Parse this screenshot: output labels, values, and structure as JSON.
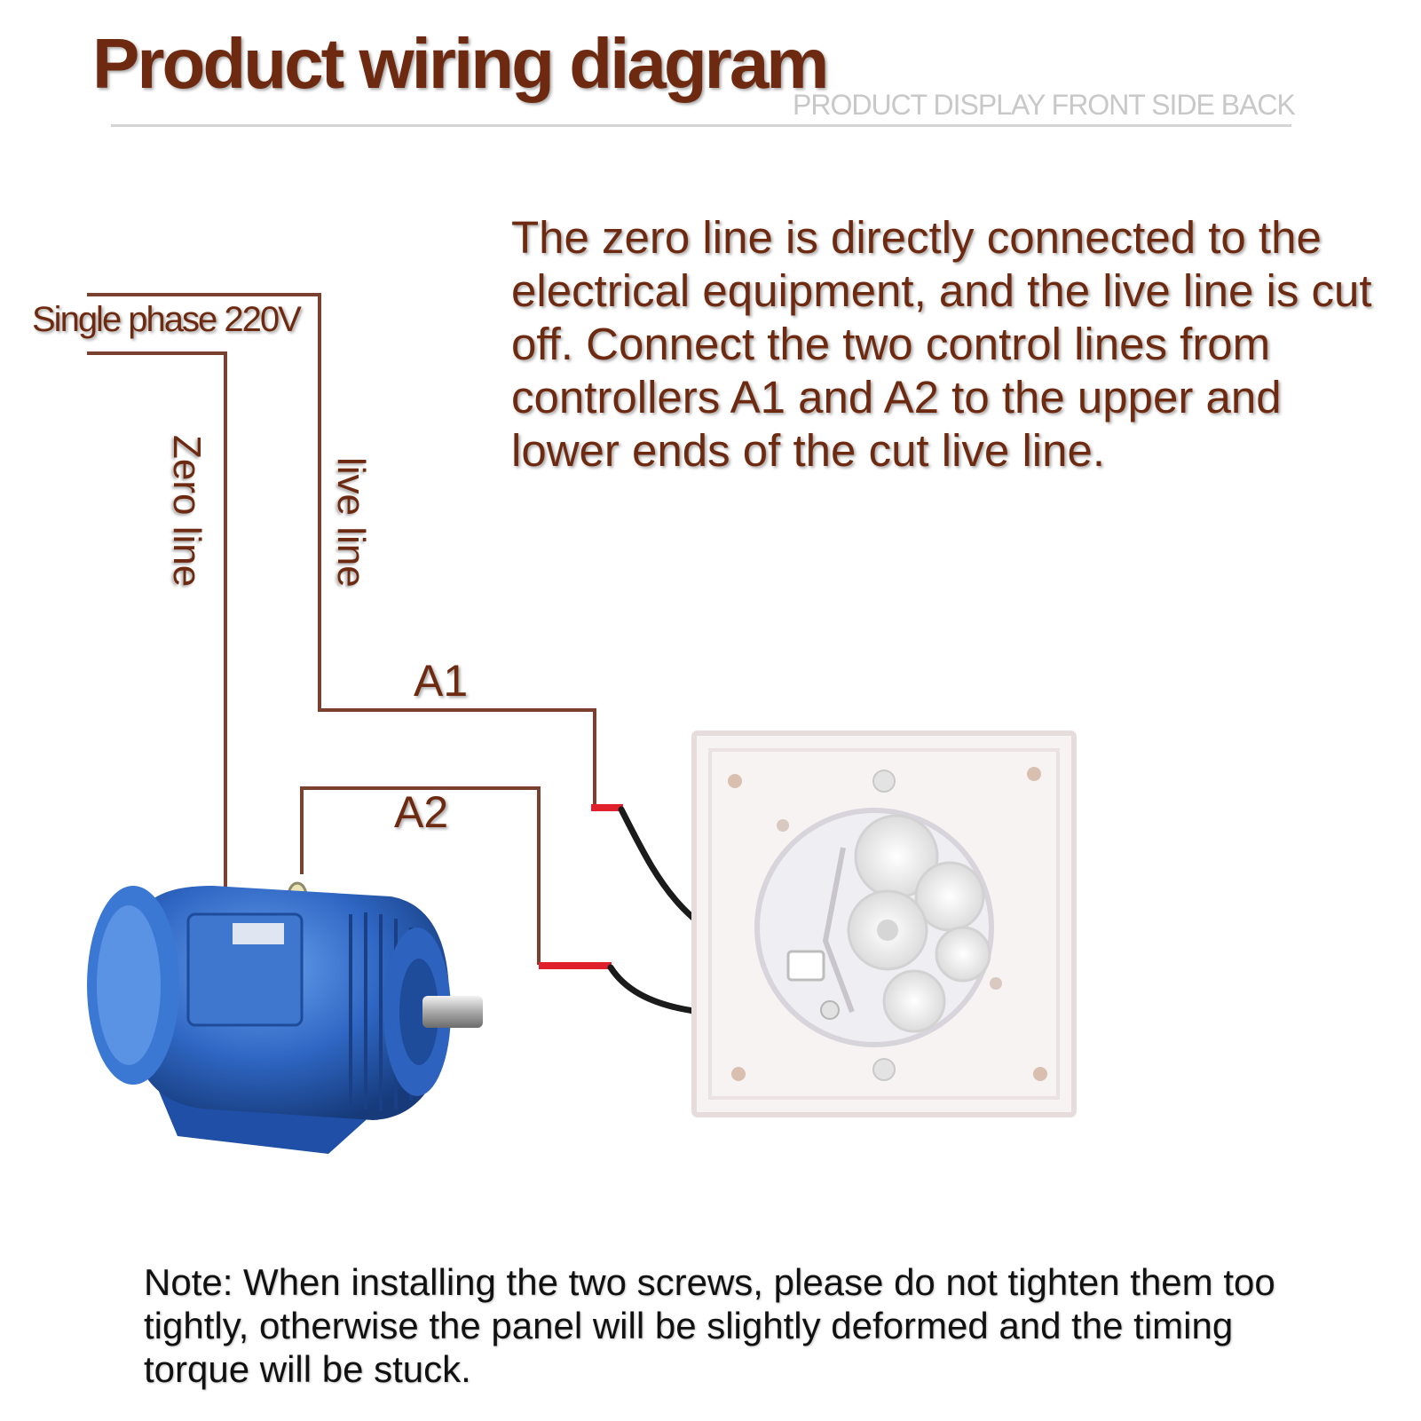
{
  "header": {
    "title": "Product wiring diagram",
    "subtitle": "PRODUCT DISPLAY FRONT SIDE BACK"
  },
  "description": "The zero line is directly connected to the electrical equipment, and the live line is cut off. Connect the two control lines from controllers A1 and A2 to the upper and lower ends of the cut live line.",
  "labels": {
    "power": "Single phase 220V",
    "zero_line": "Zero line",
    "live_line": "live line",
    "a1": "A1",
    "a2": "A2"
  },
  "note": "Note: When installing the two screws, please do not tighten them too tightly, otherwise the panel will be slightly deformed and the timing torque will be stuck.",
  "colors": {
    "heading": "#6e2a10",
    "wire": "#7a4030",
    "motor": "#2f67c4",
    "lead_insulation": "#e0202a"
  },
  "icons": {
    "motor": "electric-motor-icon",
    "controller": "timer-switch-panel-icon"
  }
}
